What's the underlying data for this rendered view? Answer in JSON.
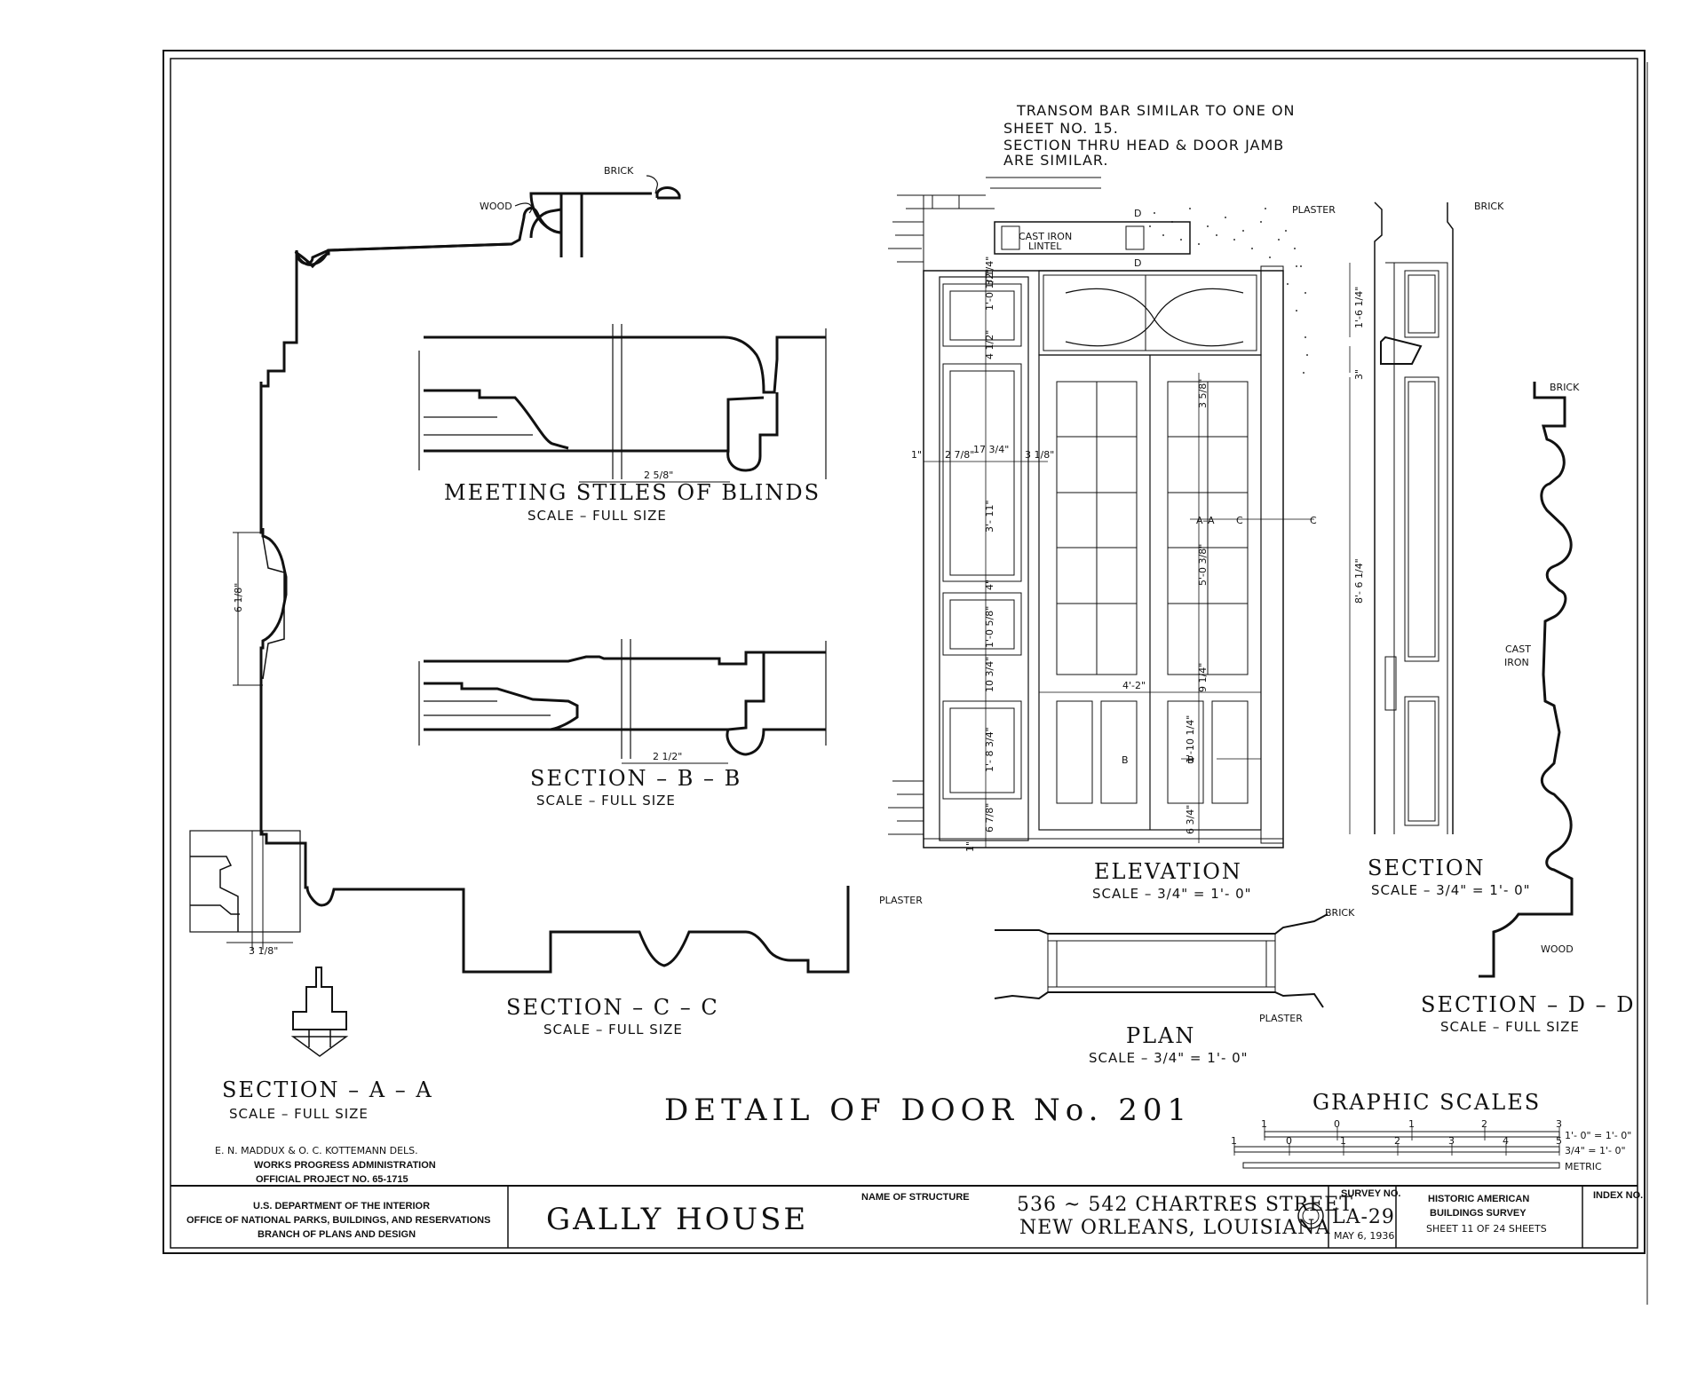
{
  "notes": {
    "transom_line1": "TRANSOM BAR SIMILAR TO ONE ON",
    "transom_line2": "SHEET NO. 15.",
    "transom_line3": "SECTION THRU HEAD & DOOR JAMB",
    "transom_line4": "ARE SIMILAR."
  },
  "labels": {
    "brick": "BRICK",
    "wood": "WOOD",
    "plaster": "PLASTER",
    "cast_iron_lintel_1": "CAST IRON",
    "cast_iron_lintel_2": "LINTEL",
    "cast_iron_1": "CAST",
    "cast_iron_2": "IRON",
    "d": "D",
    "aa": "A–A",
    "c": "C",
    "b": "B"
  },
  "views": {
    "meeting_stiles": {
      "title": "MEETING STILES OF BLINDS",
      "scale": "SCALE – FULL SIZE"
    },
    "section_bb": {
      "title": "SECTION – B – B",
      "scale": "SCALE – FULL SIZE"
    },
    "section_cc": {
      "title": "SECTION – C – C",
      "scale": "SCALE – FULL SIZE"
    },
    "section_aa": {
      "title": "SECTION – A – A",
      "scale": "SCALE – FULL SIZE"
    },
    "elevation": {
      "title": "ELEVATION",
      "scale": "SCALE – 3/4\" = 1'- 0\""
    },
    "section": {
      "title": "SECTION",
      "scale": "SCALE – 3/4\" = 1'- 0\""
    },
    "plan": {
      "title": "PLAN",
      "scale": "SCALE – 3/4\" = 1'- 0\""
    },
    "section_dd": {
      "title": "SECTION – D – D",
      "scale": "SCALE – FULL SIZE"
    }
  },
  "dimensions": {
    "blinds": "2 5/8\"",
    "bb": "2 1/2\"",
    "aa_height": "6 1/8\"",
    "aa_width": "3 1/8\"",
    "elev_3_1_4": "3 1/4\"",
    "elev_1_0_1_2": "1'-0 1/2\"",
    "elev_4_1_2": "4 1/2\"",
    "elev_17_3_4": "17 3/4\"",
    "elev_1": "1\"",
    "elev_2_7_8": "2 7/8\"",
    "elev_3_1_8": "3 1/8\"",
    "elev_3_11": "3'- 11\"",
    "elev_4": "4\"",
    "elev_1_0_5_8": "1'-0 5/8\"",
    "elev_10_3_4": "10 3/4\"",
    "elev_1_8_3_4": "1'- 8 3/4\"",
    "elev_6_7_8": "6 7/8\"",
    "elev_1b": "1\"",
    "elev_3_5_8": "3 5/8\"",
    "elev_5_0_3_8": "5'-0 3/8\"",
    "elev_4_2": "4'-2\"",
    "elev_9_1_4": "9 1/4\"",
    "elev_1_10_1_4": "1'-10 1/4\"",
    "elev_6_3_4": "6 3/4\"",
    "sec_1_6_1_4": "1'-6 1/4\"",
    "sec_3": "3\"",
    "sec_8_6_1_4": "8'- 6 1/4\""
  },
  "drawing_title": "DETAIL OF DOOR No. 201",
  "graphic_scales": {
    "title": "GRAPHIC SCALES",
    "scale1": "1'- 0\" = 1'- 0\"",
    "scale2": "3/4\" = 1'- 0\"",
    "scale3": "METRIC",
    "ticks1": [
      "1",
      "0",
      "1",
      "2",
      "3"
    ],
    "ticks2": [
      "1",
      "0",
      "1",
      "2",
      "3",
      "4",
      "5"
    ]
  },
  "credits": {
    "line1": "E. N. MADDUX & O. C. KOTTEMANN DELS.",
    "line2": "WORKS PROGRESS ADMINISTRATION",
    "line3": "OFFICIAL PROJECT NO. 65-1715"
  },
  "title_block": {
    "dept1": "U.S. DEPARTMENT OF THE INTERIOR",
    "dept2": "OFFICE OF NATIONAL PARKS, BUILDINGS, AND RESERVATIONS",
    "dept3": "BRANCH OF PLANS AND DESIGN",
    "name_label": "NAME OF STRUCTURE",
    "name": "GALLY HOUSE",
    "address1": "536 ~ 542 CHARTRES STREET",
    "address2": "NEW ORLEANS, LOUISIANA",
    "survey_label": "SURVEY NO.",
    "survey_no": "LA-29",
    "date": "MAY 6, 1936",
    "habs1": "HISTORIC AMERICAN",
    "habs2": "BUILDINGS SURVEY",
    "sheet": "SHEET 11 OF 24 SHEETS",
    "index_label": "INDEX NO."
  }
}
